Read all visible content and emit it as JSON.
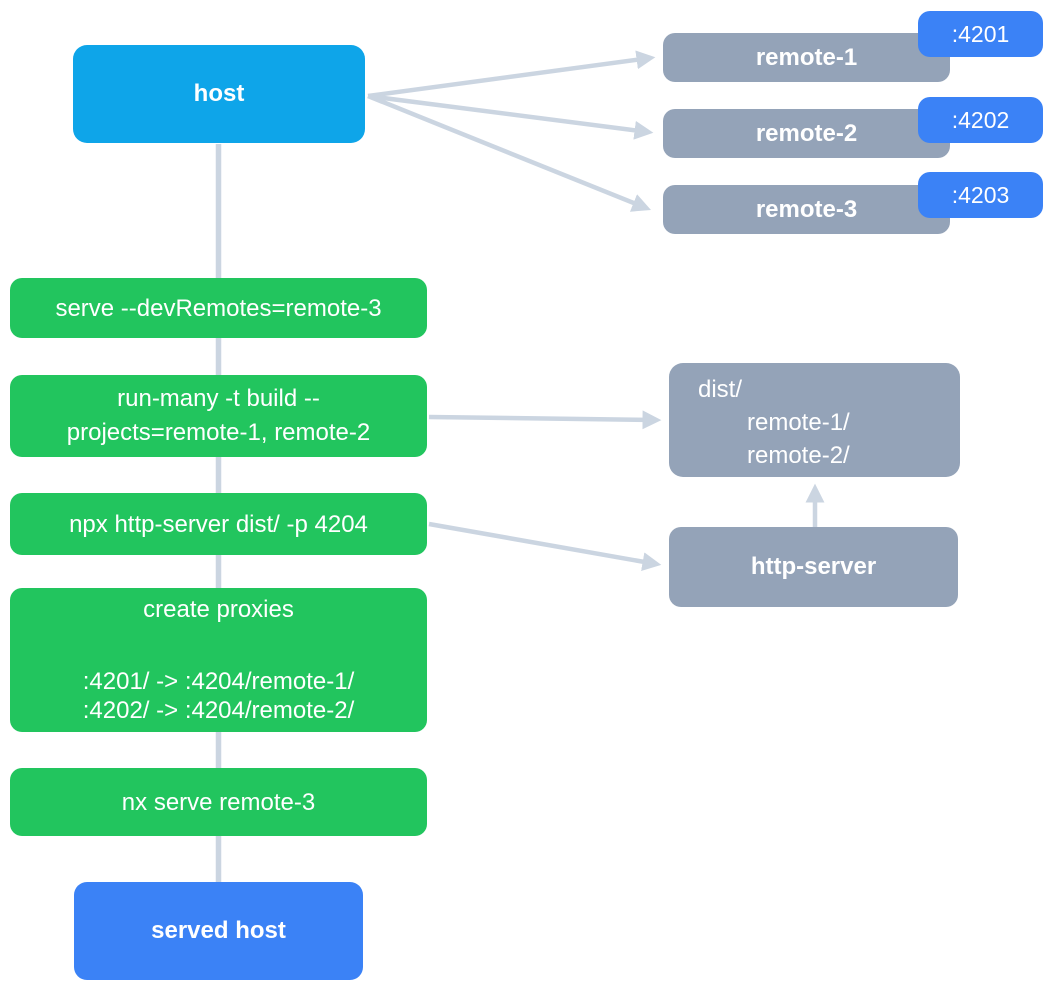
{
  "colors": {
    "background": "#ffffff",
    "host_blue": "#0ea5e9",
    "action_green": "#22c55e",
    "remote_gray": "#94a3b8",
    "accent_blue": "#3b82f6",
    "edge_gray": "#cbd5e1",
    "text_white": "#ffffff"
  },
  "host": {
    "label": "host"
  },
  "served_host": {
    "label": "served host"
  },
  "remotes": [
    {
      "label": "remote-1",
      "port": ":4201"
    },
    {
      "label": "remote-2",
      "port": ":4202"
    },
    {
      "label": "remote-3",
      "port": ":4203"
    }
  ],
  "steps": [
    {
      "lines": [
        "serve --devRemotes=remote-3"
      ]
    },
    {
      "lines": [
        "run-many -t build --",
        "projects=remote-1, remote-2"
      ]
    },
    {
      "lines": [
        "npx http-server dist/ -p 4204"
      ]
    },
    {
      "lines": [
        "create proxies",
        "",
        ":4201/ -> :4204/remote-1/",
        ":4202/ -> :4204/remote-2/"
      ]
    },
    {
      "lines": [
        "nx serve remote-3"
      ]
    }
  ],
  "dist_folder": {
    "lines": [
      "dist/",
      "remote-1/",
      "remote-2/"
    ]
  },
  "http_server": {
    "label": "http-server"
  }
}
